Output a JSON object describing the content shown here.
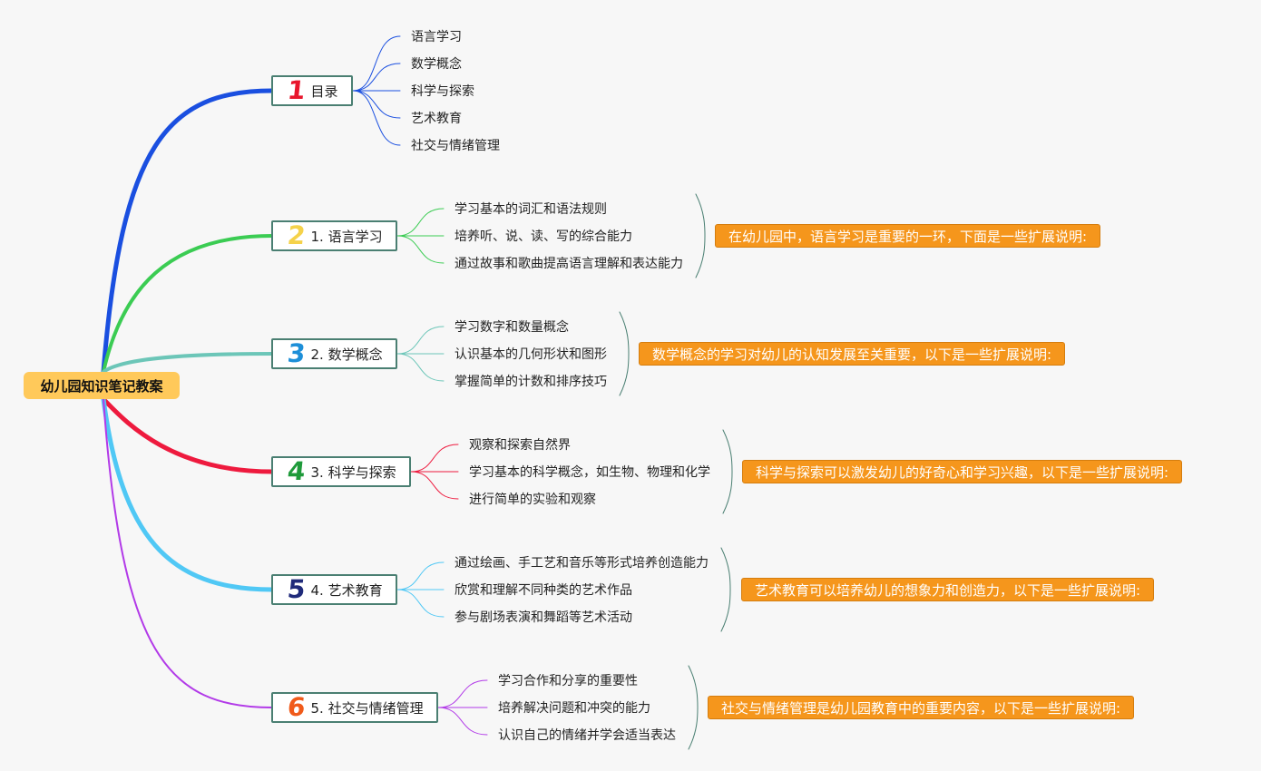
{
  "root": {
    "label": "幼儿园知识笔记教案"
  },
  "colors": {
    "root_fill": "#ffc95a",
    "topic_border": "#4a7f72",
    "note_fill": "#f5961c",
    "branch_1": "#1a4fe0",
    "branch_2": "#3bcc53",
    "branch_3": "#6cc6b8",
    "branch_4": "#ee1a3e",
    "branch_5": "#50c8f5",
    "branch_6": "#b23ae8"
  },
  "topics": [
    {
      "number": "1",
      "number_color": "#e8162c",
      "label": "目录",
      "leaves": [
        "语言学习",
        "数学概念",
        "科学与探索",
        "艺术教育",
        "社交与情绪管理"
      ],
      "note": ""
    },
    {
      "number": "2",
      "number_color": "#f5d24a",
      "label": "1. 语言学习",
      "leaves": [
        "学习基本的词汇和语法规则",
        "培养听、说、读、写的综合能力",
        "通过故事和歌曲提高语言理解和表达能力"
      ],
      "note": "在幼儿园中，语言学习是重要的一环，下面是一些扩展说明:"
    },
    {
      "number": "3",
      "number_color": "#1d8fd8",
      "label": "2. 数学概念",
      "leaves": [
        "学习数字和数量概念",
        "认识基本的几何形状和图形",
        "掌握简单的计数和排序技巧"
      ],
      "note": "数学概念的学习对幼儿的认知发展至关重要，以下是一些扩展说明:"
    },
    {
      "number": "4",
      "number_color": "#1e9a3a",
      "label": "3. 科学与探索",
      "leaves": [
        "观察和探索自然界",
        "学习基本的科学概念，如生物、物理和化学",
        "进行简单的实验和观察"
      ],
      "note": "科学与探索可以激发幼儿的好奇心和学习兴趣，以下是一些扩展说明:"
    },
    {
      "number": "5",
      "number_color": "#1f2a7a",
      "label": "4. 艺术教育",
      "leaves": [
        "通过绘画、手工艺和音乐等形式培养创造能力",
        "欣赏和理解不同种类的艺术作品",
        "参与剧场表演和舞蹈等艺术活动"
      ],
      "note": "艺术教育可以培养幼儿的想象力和创造力，以下是一些扩展说明:"
    },
    {
      "number": "6",
      "number_color": "#f05a1a",
      "label": "5. 社交与情绪管理",
      "leaves": [
        "学习合作和分享的重要性",
        "培养解决问题和冲突的能力",
        "认识自己的情绪并学会适当表达"
      ],
      "note": "社交与情绪管理是幼儿园教育中的重要内容，以下是一些扩展说明:"
    }
  ]
}
